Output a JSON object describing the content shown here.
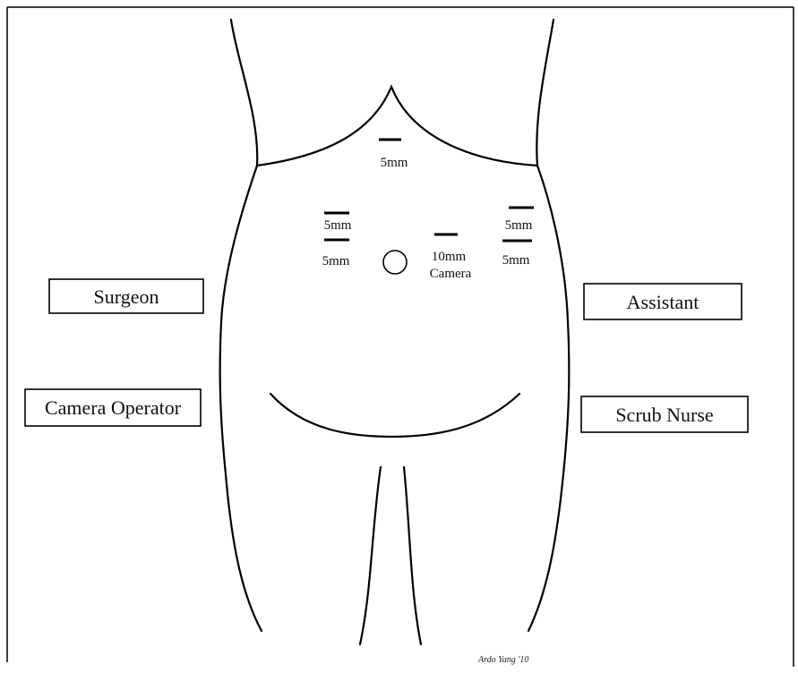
{
  "diagram": {
    "ports": {
      "top": "5mm",
      "left_upper": "5mm",
      "left_lower": "5mm",
      "camera_size": "10mm",
      "camera_name": "Camera",
      "right_upper": "5mm",
      "right_lower": "5mm"
    },
    "roles": {
      "surgeon": "Surgeon",
      "assistant": "Assistant",
      "camera_operator": "Camera Operator",
      "scrub_nurse": "Scrub Nurse"
    },
    "signature": "Ardo Yang '10"
  }
}
